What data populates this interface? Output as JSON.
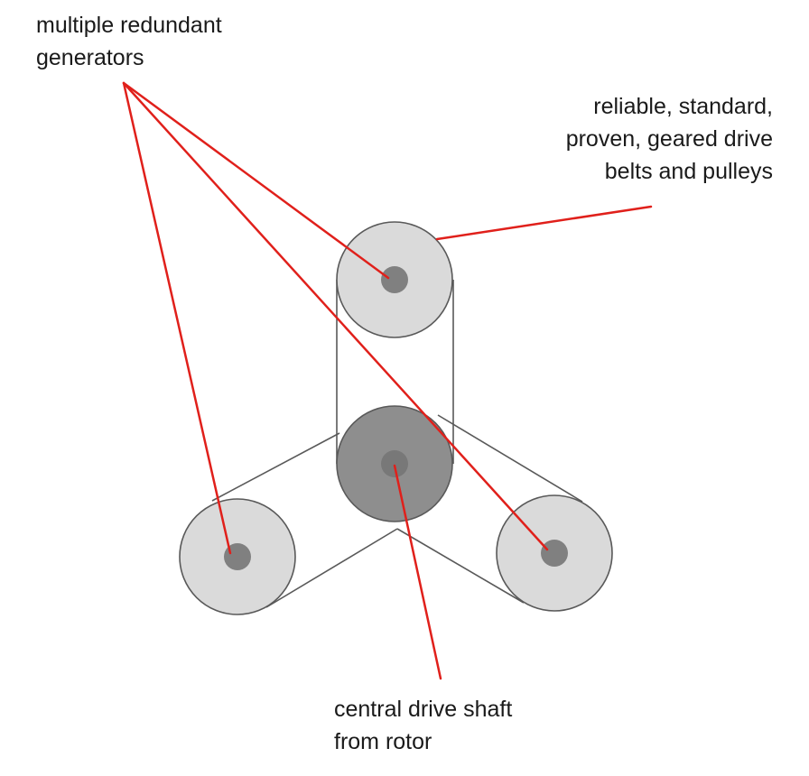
{
  "labels": {
    "generators": [
      "multiple redundant",
      "generators"
    ],
    "belts": [
      "reliable, standard,",
      "proven, geared drive",
      "belts and pulleys"
    ],
    "shaft": [
      "central drive shaft",
      "from rotor"
    ]
  },
  "colors": {
    "callout_line": "#e0201b",
    "pulley_fill": "#dadada",
    "drive_pulley_fill": "#8e8e8e",
    "hub_fill": "#808080",
    "belt_stroke": "#595959",
    "text": "#1a1a1a"
  }
}
